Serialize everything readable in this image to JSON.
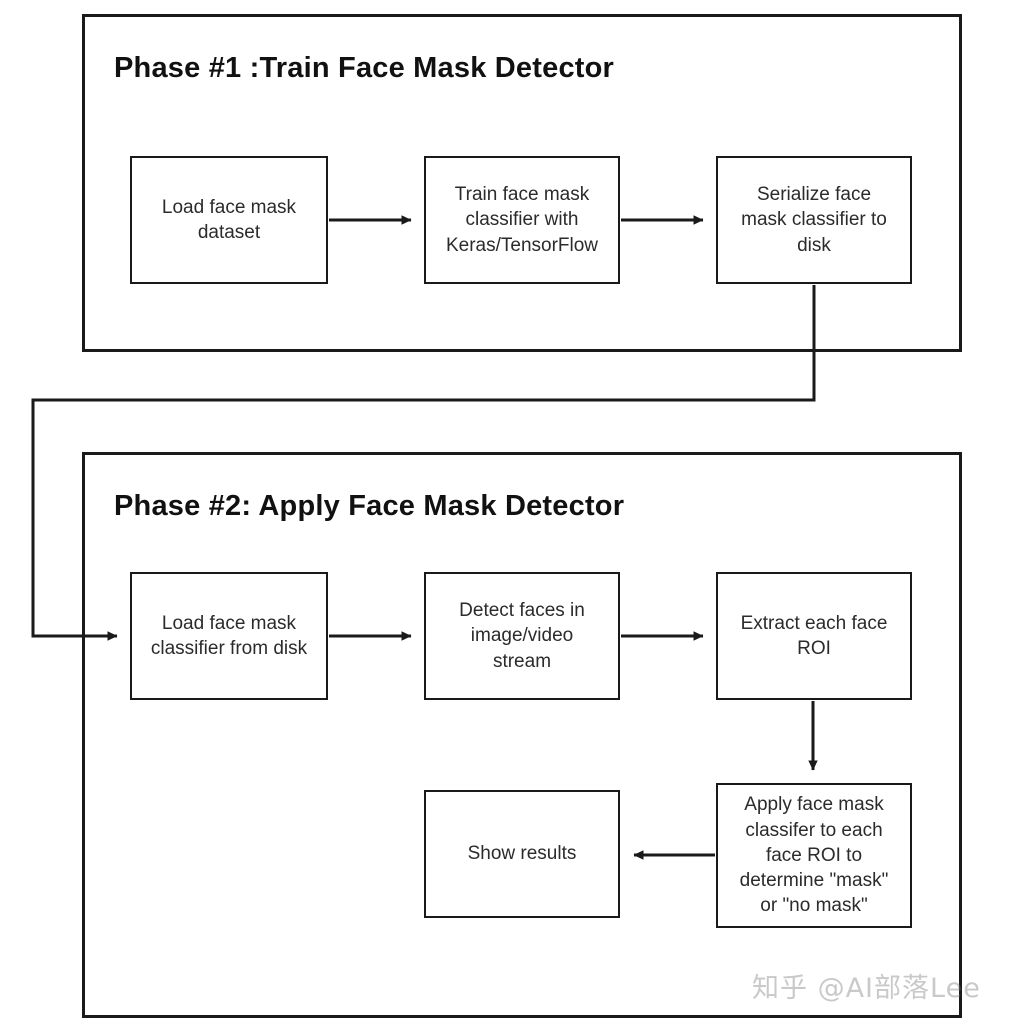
{
  "diagram": {
    "title_phase1": "Phase #1 :Train Face Mask Detector",
    "title_phase2": "Phase #2: Apply Face Mask Detector",
    "watermark": "知乎 @AI部落Lee",
    "line_color": "#1a1a1a",
    "text_color": "#2b2b2b",
    "background": "#ffffff"
  },
  "phase1": {
    "title": "Phase #1 :Train Face Mask Detector",
    "nodes": [
      {
        "id": "load-dataset",
        "label": "Load face mask\ndataset"
      },
      {
        "id": "train-classifier",
        "label": "Train face mask\nclassifier with\nKeras/TensorFlow"
      },
      {
        "id": "serialize-classifier",
        "label": "Serialize face\nmask classifier to\ndisk"
      }
    ]
  },
  "phase2": {
    "title": "Phase #2: Apply Face Mask Detector",
    "nodes": [
      {
        "id": "load-classifier",
        "label": "Load face mask\nclassifier from disk"
      },
      {
        "id": "detect-faces",
        "label": "Detect faces in\nimage/video\nstream"
      },
      {
        "id": "extract-roi",
        "label": "Extract each face\nROI"
      },
      {
        "id": "apply-classifier",
        "label": "Apply face mask\nclassifer to each\nface ROI to\ndetermine \"mask\"\nor \"no mask\""
      },
      {
        "id": "show-results",
        "label": "Show results"
      }
    ]
  },
  "connectors": [
    {
      "id": "load-dataset-to-train",
      "from": "load-dataset",
      "to": "train-classifier",
      "direction": "right"
    },
    {
      "id": "train-to-serialize",
      "from": "train-classifier",
      "to": "serialize-classifier",
      "direction": "right"
    },
    {
      "id": "serialize-to-load-classifier",
      "from": "serialize-classifier",
      "to": "load-classifier",
      "direction": "down-left-down-right"
    },
    {
      "id": "load-classifier-to-detect",
      "from": "load-classifier",
      "to": "detect-faces",
      "direction": "right"
    },
    {
      "id": "detect-to-extract",
      "from": "detect-faces",
      "to": "extract-roi",
      "direction": "right"
    },
    {
      "id": "extract-to-apply",
      "from": "extract-roi",
      "to": "apply-classifier",
      "direction": "down"
    },
    {
      "id": "apply-to-show",
      "from": "apply-classifier",
      "to": "show-results",
      "direction": "left"
    }
  ]
}
